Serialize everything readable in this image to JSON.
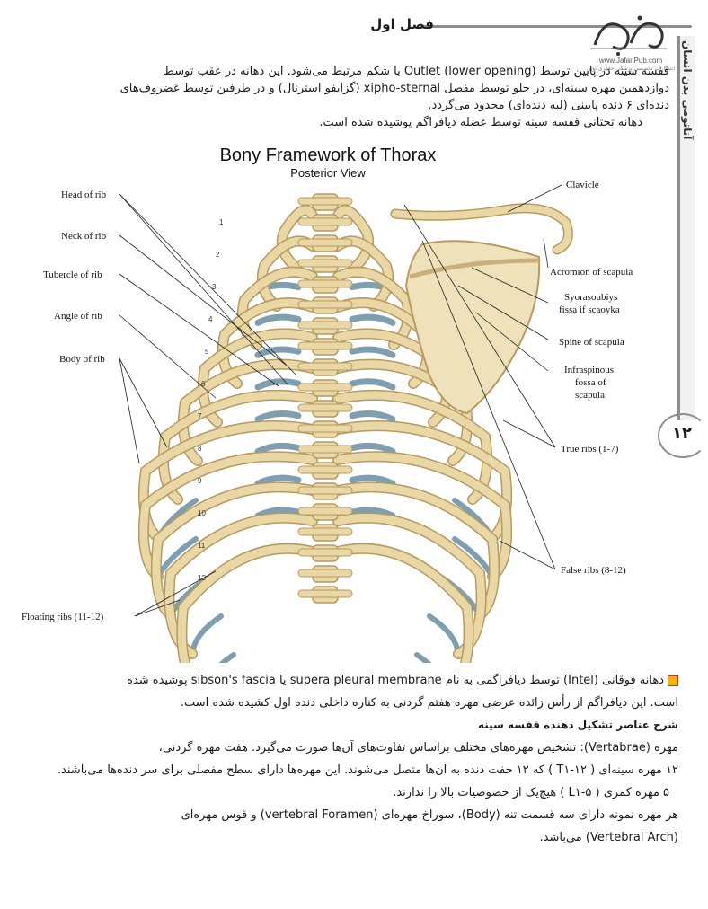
{
  "header": {
    "chapter": "فصل اول",
    "logo_url": "www.JafariPub.com",
    "logo_sub": "انتشارات تخصصی پزشکی جعفری نوین",
    "sidebar_title": "آناتومی بدن انسان",
    "page_number": "۱۲"
  },
  "intro": {
    "line1": "قفسه سینه در پایین توسط Outlet (lower opening) با شکم مرتبط می‌شود. این دهانه در عقب توسط",
    "line2": "دوازدهمین مهره سینه‌ای، در جلو توسط مفصل xipho-sternal (گزایفو استرنال) و در طرفین توسط غضروف‌های",
    "line3": "دنده‌ای ۶ دنده پایینی (لبه دنده‌ای) محدود می‌گردد.",
    "line4": "دهانه تحتانی قفسه سینه توسط عضله دیافراگم پوشیده شده است."
  },
  "figure": {
    "title": "Bony Framework of Thorax",
    "subtitle": "Posterior View",
    "labels_left": [
      "Head of rib",
      "Neck of rib",
      "Tubercle of rib",
      "Angle of rib",
      "Body of rib",
      "Floating ribs (11-12)"
    ],
    "labels_right": [
      "Clavicle",
      "Acromion of scapula",
      "Syorasoubiys",
      "fissa if scaoyka",
      "Spine of scapula",
      "Infraspinous",
      "fossa of",
      "scapula",
      "True ribs (1-7)",
      "False ribs (8-12)"
    ],
    "rib_numbers": [
      "1",
      "2",
      "3",
      "4",
      "5",
      "6",
      "7",
      "8",
      "9",
      "10",
      "11",
      "12"
    ],
    "colors": {
      "bone": "#e9d7a6",
      "bone_edge": "#b69a5e",
      "cartilage": "#7f9fb1"
    }
  },
  "bottom": {
    "p1a": "دهانه فوقانی (Intel) توسط دیافراگمی به نام supera pleural membrane یا sibson's fascia پوشیده شده",
    "p1b": "است. این دیافراگم از رأس زائده عرضی مهره هفتم گردنی به کناره داخلی دنده اول کشیده شده است.",
    "heading": "شرح عناصر تشکیل دهنده قفسه سینه",
    "p2": "مهره (Vertabrae): تشخیص مهره‌های مختلف براساس تفاوت‌های آن‌ها صورت می‌گیرد. هفت مهره گردنی،",
    "p3": "۱۲ مهره سینه‌ای ( T۱-۱۲ ) که ۱۲ جفت دنده به آن‌ها متصل می‌شوند. این مهره‌ها دارای سطح مفصلی برای سر دنده‌ها می‌باشند.",
    "p4": "۵ مهره کمری ( L۱-۵ ) هیچ‌یک از خصوصیات بالا را ندارند.",
    "p5": "هر مهره نمونه دارای سه قسمت تنه (Body)، سوراخ مهره‌ای (vertebral Foramen) و قوس مهره‌ای",
    "p6": "(Vertebral Arch) می‌باشد."
  }
}
